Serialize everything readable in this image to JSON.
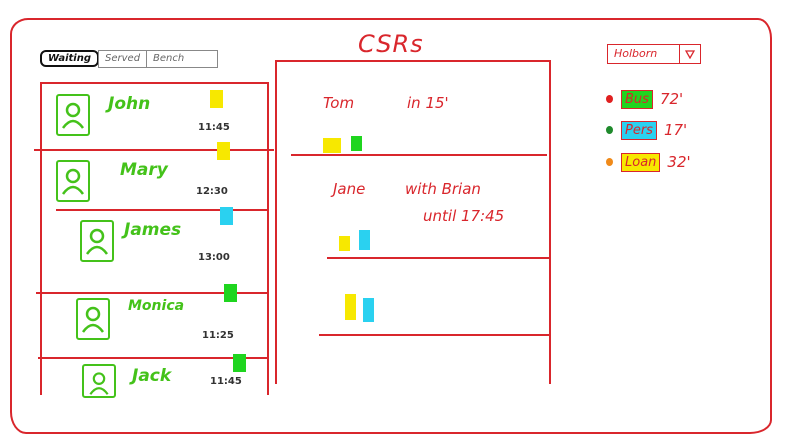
{
  "title": "CSRs",
  "tabs": [
    {
      "label": "Waiting",
      "active": true
    },
    {
      "label": "Served",
      "active": false
    },
    {
      "label": "Bench",
      "active": false
    }
  ],
  "queue": [
    {
      "name": "John",
      "time": "11:45",
      "color": "#f7e800"
    },
    {
      "name": "Mary",
      "time": "12:30",
      "color": "#f7e800"
    },
    {
      "name": "James",
      "time": "13:00",
      "color": "#2ad1f0"
    },
    {
      "name": "Monica",
      "time": "11:25",
      "color": "#1fd51f"
    },
    {
      "name": "Jack",
      "time": "11:45",
      "color": "#1fd51f"
    }
  ],
  "csrs": [
    {
      "line1": "Tom",
      "line2": "in 15'",
      "line3": ""
    },
    {
      "line1": "Jane",
      "line2": "with Brian",
      "line3": "until 17:45"
    },
    {
      "line1": "",
      "line2": "",
      "line3": ""
    }
  ],
  "branch": {
    "selected": "Holborn"
  },
  "stats": [
    {
      "label": "Bus",
      "value": "72'",
      "dot_color": "#e02020",
      "chip_color": "#1fd51f"
    },
    {
      "label": "Pers",
      "value": "17'",
      "dot_color": "#1f8a2c",
      "chip_color": "#2ad1f0"
    },
    {
      "label": "Loan",
      "value": "32'",
      "dot_color": "#f08a1a",
      "chip_color": "#f7e800"
    }
  ]
}
